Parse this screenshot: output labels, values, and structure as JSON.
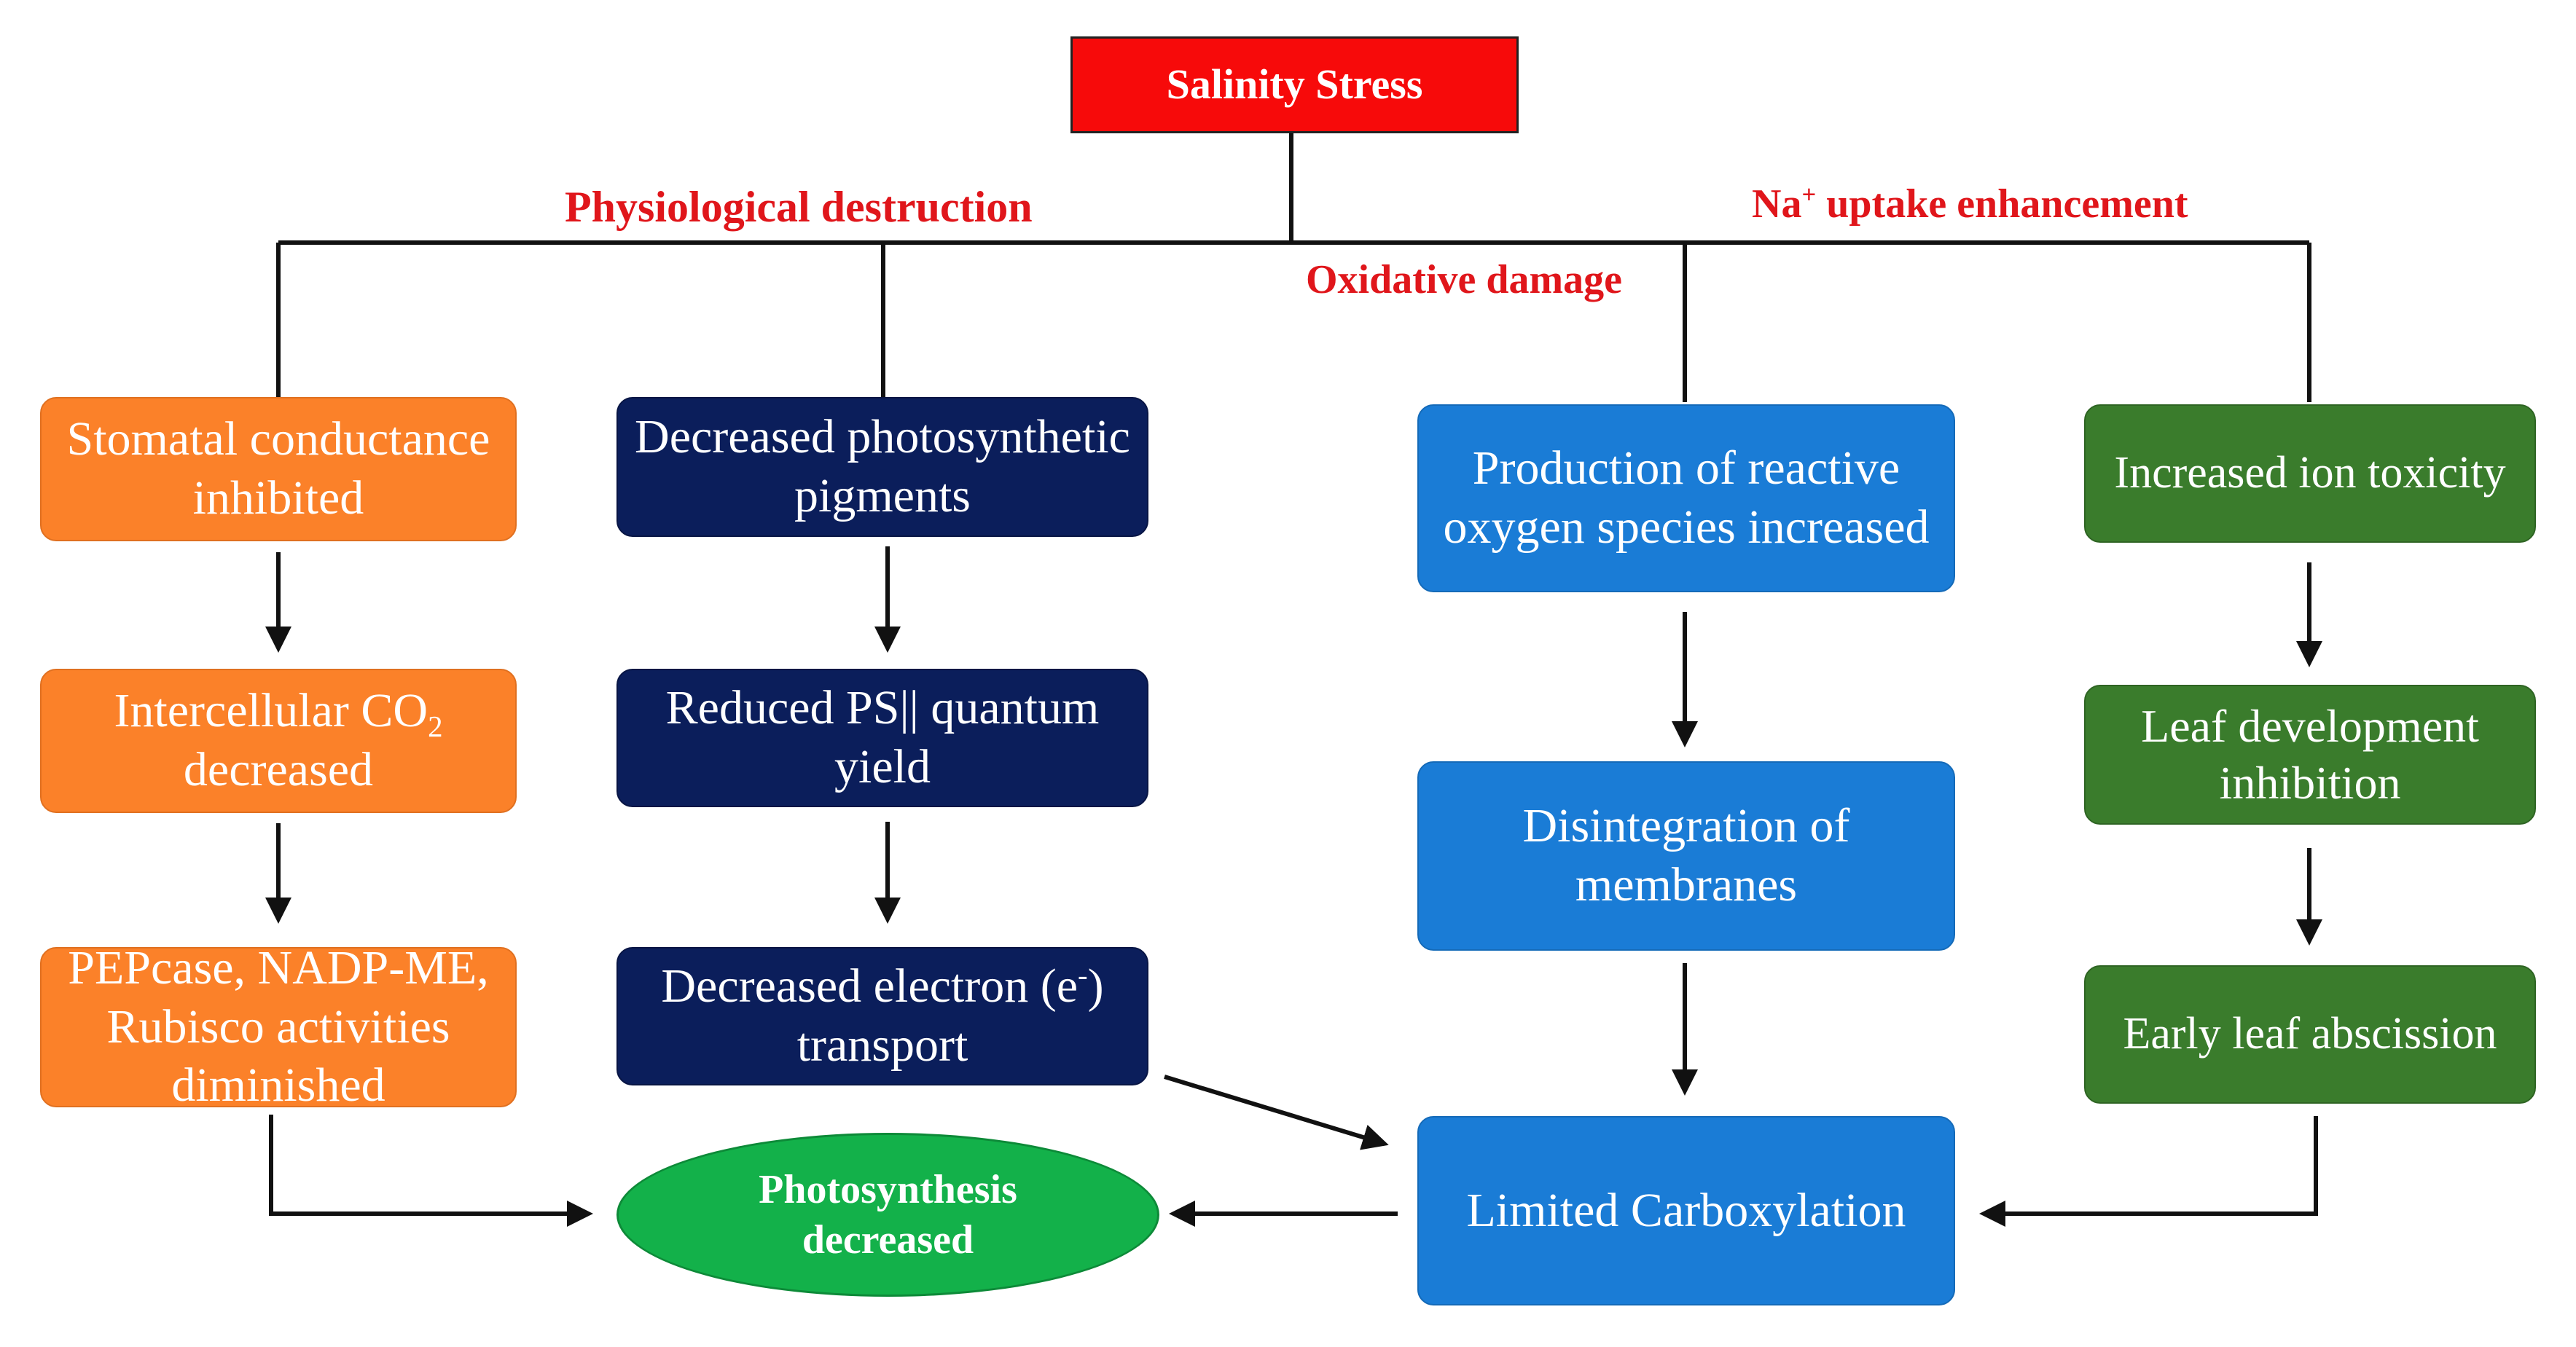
{
  "root": {
    "label": "Salinity Stress"
  },
  "categories": {
    "physiological": "Physiological destruction",
    "oxidative": "Oxidative damage",
    "na_prefix": "Na",
    "na_sup": "+",
    "na_suffix": " uptake enhancement"
  },
  "column_orange": {
    "stomatal": "Stomatal conductance\ninhibited",
    "co2_prefix": "Intercellular CO",
    "co2_sub": "2",
    "co2_suffix": "decreased",
    "enzymes": "PEPcase, NADP-ME,\nRubisco activities\ndiminished"
  },
  "column_navy": {
    "pigments": "Decreased photosynthetic\npigments",
    "psii": "Reduced PS|| quantum\nyield",
    "electron_prefix": "Decreased electron (e",
    "electron_sup": "-",
    "electron_suffix": ")",
    "electron_line2": "transport"
  },
  "column_blue": {
    "ros": "Production of reactive\noxygen species increased",
    "membranes": "Disintegration of\nmembranes",
    "carboxylation": "Limited Carboxylation"
  },
  "column_green": {
    "ion_toxicity": "Increased ion toxicity",
    "leaf_dev": "Leaf development\ninhibition",
    "abscission": "Early leaf abscission"
  },
  "outcome": {
    "label": "Photosynthesis\ndecreased"
  },
  "colors": {
    "root": "#F70A0A",
    "labels": "#E0161B",
    "orange": "#FB8129",
    "navy": "#0B1E5B",
    "blue": "#1A7CD6",
    "green": "#3A7C2C",
    "outcome": "#13B14A"
  }
}
